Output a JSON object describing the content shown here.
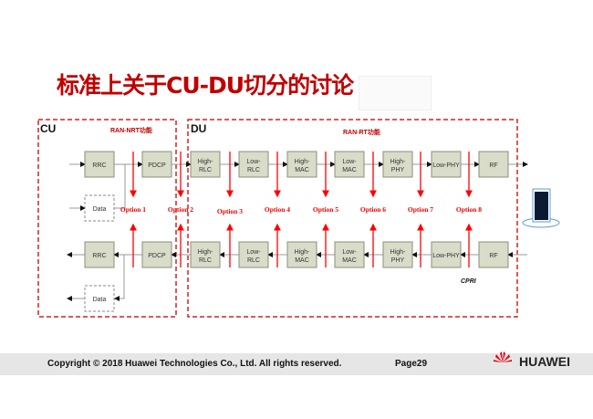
{
  "title": "标准上关于CU-DU切分的讨论",
  "cu": {
    "label": "CU",
    "sublabel": "RAN-NRT功能"
  },
  "du": {
    "label": "DU",
    "sublabel": "RAN-RT功能"
  },
  "top_blocks": [
    [
      "RRC"
    ],
    [
      "PDCP"
    ],
    [
      "High-",
      "RLC"
    ],
    [
      "Low-",
      "RLC"
    ],
    [
      "High-",
      "MAC"
    ],
    [
      "Low-",
      "MAC"
    ],
    [
      "High-",
      "PHY"
    ],
    [
      "Low-PHY"
    ],
    [
      "RF"
    ]
  ],
  "bottom_blocks": [
    [
      "RRC"
    ],
    [
      "PDCP"
    ],
    [
      "High-",
      "RLC"
    ],
    [
      "Low-",
      "RLC"
    ],
    [
      "High-",
      "MAC"
    ],
    [
      "Low-",
      "MAC"
    ],
    [
      "High-",
      "PHY"
    ],
    [
      "Low-PHY"
    ],
    [
      "RF"
    ]
  ],
  "data_label": "Data",
  "options": [
    "Option 1",
    "Option 2",
    "Option 3",
    "Option 4",
    "Option 5",
    "Option 6",
    "Option 7",
    "Option 8"
  ],
  "cpri": "CPRI",
  "footer": {
    "copyright": "Copyright © 2018 Huawei Technologies Co., Ltd. All rights reserved.",
    "page": "Page29",
    "brand": "HUAWEI"
  },
  "colors": {
    "accent": "#c00000",
    "split": "#ff0000"
  }
}
